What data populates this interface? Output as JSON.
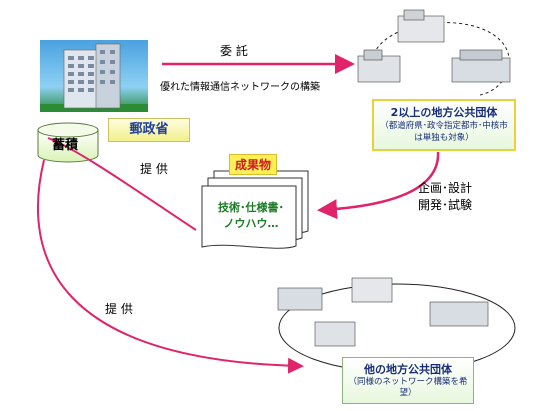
{
  "ministry": {
    "label": "郵政省"
  },
  "storage": {
    "label": "蓄積"
  },
  "flows": {
    "delegation": "委 託",
    "network": "優れた情報通信ネットワークの構築",
    "provide_upper": "提 供",
    "provide_lower": "提 供",
    "design_line1": "企画･設計",
    "design_line2": "開発･試験"
  },
  "local_governments": {
    "title": "2以上の地方公共団体",
    "note": "（都道府県･政令指定都市･中核市は単独も対象）"
  },
  "deliverables": {
    "tag": "成果物",
    "line1": "技術･仕様書･",
    "line2": "ノウハウ…"
  },
  "other_governments": {
    "title": "他の地方公共団体",
    "note": "（同様のネットワーク構築を希望）"
  },
  "colors": {
    "arrow": "#e0236a",
    "ministry_text": "#1f3f9a",
    "deliverable_tag": "#ffef55",
    "deliverable_text": "#1c7c25",
    "box_border_yellow": "#e6d23a"
  }
}
